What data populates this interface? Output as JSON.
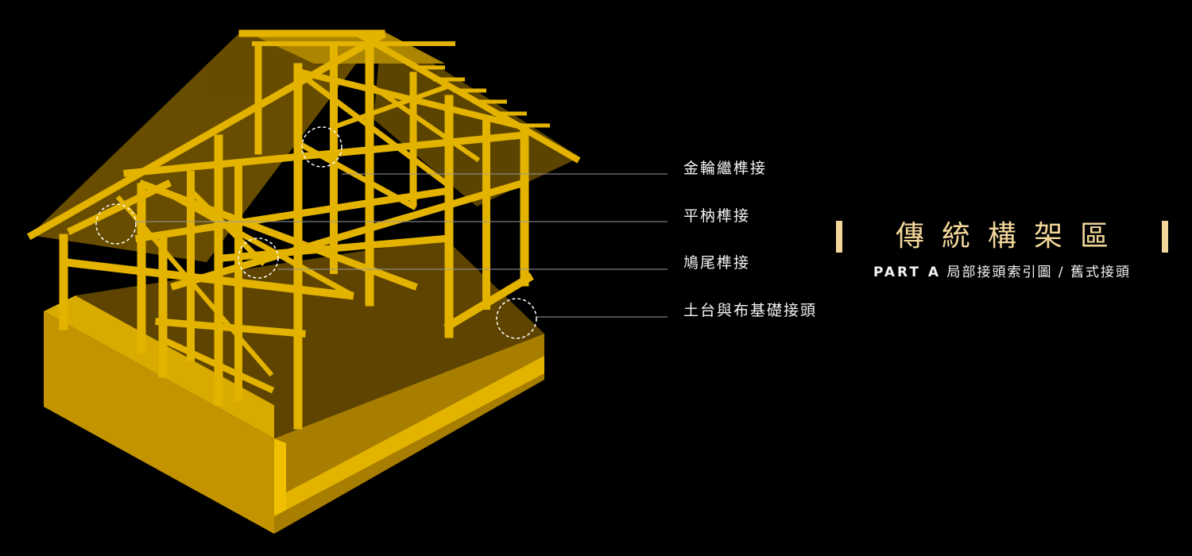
{
  "title": "傳統構架區",
  "subtitle": {
    "part": "PART A",
    "text": " 局部接頭索引圖 / 舊式接頭"
  },
  "callouts": [
    {
      "label": "金輪繼榫接"
    },
    {
      "label": "平枘榫接"
    },
    {
      "label": "鳩尾榫接"
    },
    {
      "label": "土台與布基礎接頭"
    }
  ],
  "colors": {
    "background": "#000000",
    "timber": "#e3b300",
    "timber_dark": "#9c7400",
    "floor": "#5e4400",
    "accent": "#f3d79a",
    "text": "#f2f2f2"
  }
}
